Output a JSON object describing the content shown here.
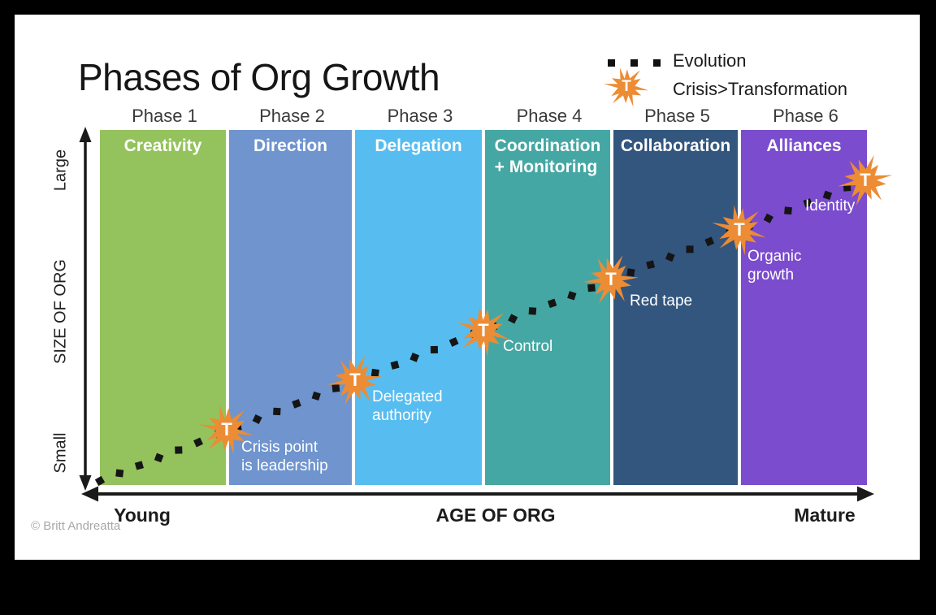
{
  "title": "Phases of Org Growth",
  "legend": {
    "evolution_label": "Evolution",
    "crisis_label": "Crisis>Transformation",
    "marker_letter": "T"
  },
  "phases": [
    {
      "number": "Phase 1",
      "name_lines": [
        "Creativity"
      ],
      "color": "#94c25c"
    },
    {
      "number": "Phase 2",
      "name_lines": [
        "Direction"
      ],
      "color": "#6f94ce"
    },
    {
      "number": "Phase 3",
      "name_lines": [
        "Delegation"
      ],
      "color": "#57bdf0"
    },
    {
      "number": "Phase 4",
      "name_lines": [
        "Coordination",
        "+ Monitoring"
      ],
      "color": "#45a7a3"
    },
    {
      "number": "Phase 5",
      "name_lines": [
        "Collaboration"
      ],
      "color": "#33567e"
    },
    {
      "number": "Phase 6",
      "name_lines": [
        "Alliances"
      ],
      "color": "#7b4ccd"
    }
  ],
  "crises": [
    {
      "label_lines": [
        "Crisis point",
        "is leadership"
      ]
    },
    {
      "label_lines": [
        "Delegated",
        "authority"
      ]
    },
    {
      "label_lines": [
        "Control"
      ]
    },
    {
      "label_lines": [
        "Red tape"
      ]
    },
    {
      "label_lines": [
        "Organic",
        "growth"
      ]
    },
    {
      "label_lines": [
        "Identity"
      ]
    }
  ],
  "axes": {
    "y_label": "SIZE OF ORG",
    "y_top": "Large",
    "y_bottom": "Small",
    "x_label": "AGE OF ORG",
    "x_left": "Young",
    "x_right": "Mature"
  },
  "colors": {
    "orange": "#ec8c34",
    "line_black": "#151515",
    "axis_black": "#1a1a1a"
  },
  "copyright": "© Britt Andreatta"
}
